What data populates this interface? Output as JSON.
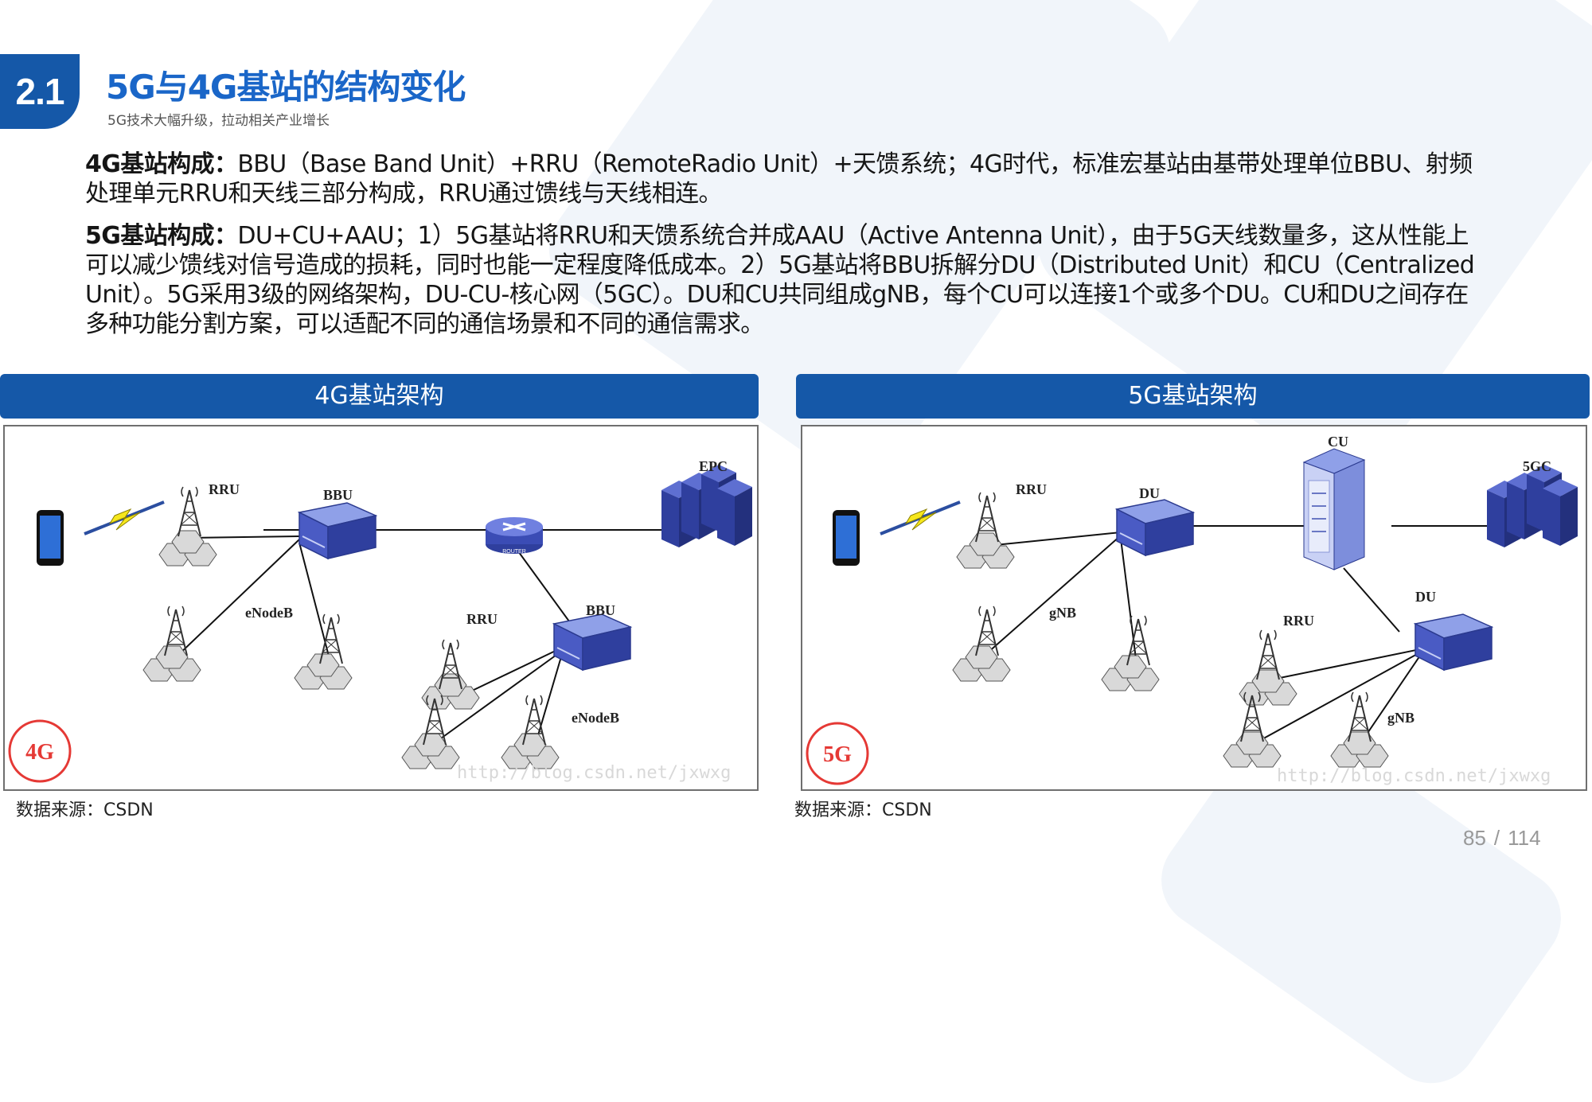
{
  "header": {
    "section_number": "2.1",
    "title": "5G与4G基站的结构变化",
    "subtitle": "5G技术大幅升级，拉动相关产业增长"
  },
  "paragraphs": [
    {
      "lead": "4G基站构成：",
      "text": "BBU（Base Band Unit）+RRU（RemoteRadio Unit）+天馈系统；4G时代，标准宏基站由基带处理单位BBU、射频处理单元RRU和天线三部分构成，RRU通过馈线与天线相连。"
    },
    {
      "lead": "5G基站构成：",
      "text": "DU+CU+AAU；1）5G基站将RRU和天馈系统合并成AAU（Active Antenna Unit），由于5G天线数量多，这从性能上可以减少馈线对信号造成的损耗，同时也能一定程度降低成本。2）5G基站将BBU拆解分DU（Distributed Unit）和CU（Centralized Unit）。5G采用3级的网络架构，DU-CU-核心网（5GC）。DU和CU共同组成gNB，每个CU可以连接1个或多个DU。CU和DU之间存在多种功能分割方案，可以适配不同的通信场景和不同的通信需求。"
    }
  ],
  "panels": {
    "left": {
      "header": "4G基站架构",
      "labels": {
        "rru1": "RRU",
        "bbu1": "BBU",
        "epc": "EPC",
        "enodeb1": "eNodeB",
        "rru2": "RRU",
        "bbu2": "BBU",
        "enodeb2": "eNodeB",
        "badge": "4G",
        "router": "ROUTER"
      },
      "watermark": "http://blog.csdn.net/jxwxg",
      "source": "数据来源：CSDN"
    },
    "right": {
      "header": "5G基站架构",
      "labels": {
        "rru1": "RRU",
        "du1": "DU",
        "cu": "CU",
        "core": "5GC",
        "gnb1": "gNB",
        "du2": "DU",
        "rru2": "RRU",
        "gnb2": "gNB",
        "badge": "5G"
      },
      "watermark": "http://blog.csdn.net/jxwxg",
      "source": "数据来源：CSDN"
    }
  },
  "page": {
    "current": "85",
    "separator": "/",
    "total": "114"
  },
  "colors": {
    "brand_blue": "#1558a8",
    "title_blue": "#1a66c8",
    "badge_red": "#e53935",
    "device_blue": "#2b3a8f"
  }
}
